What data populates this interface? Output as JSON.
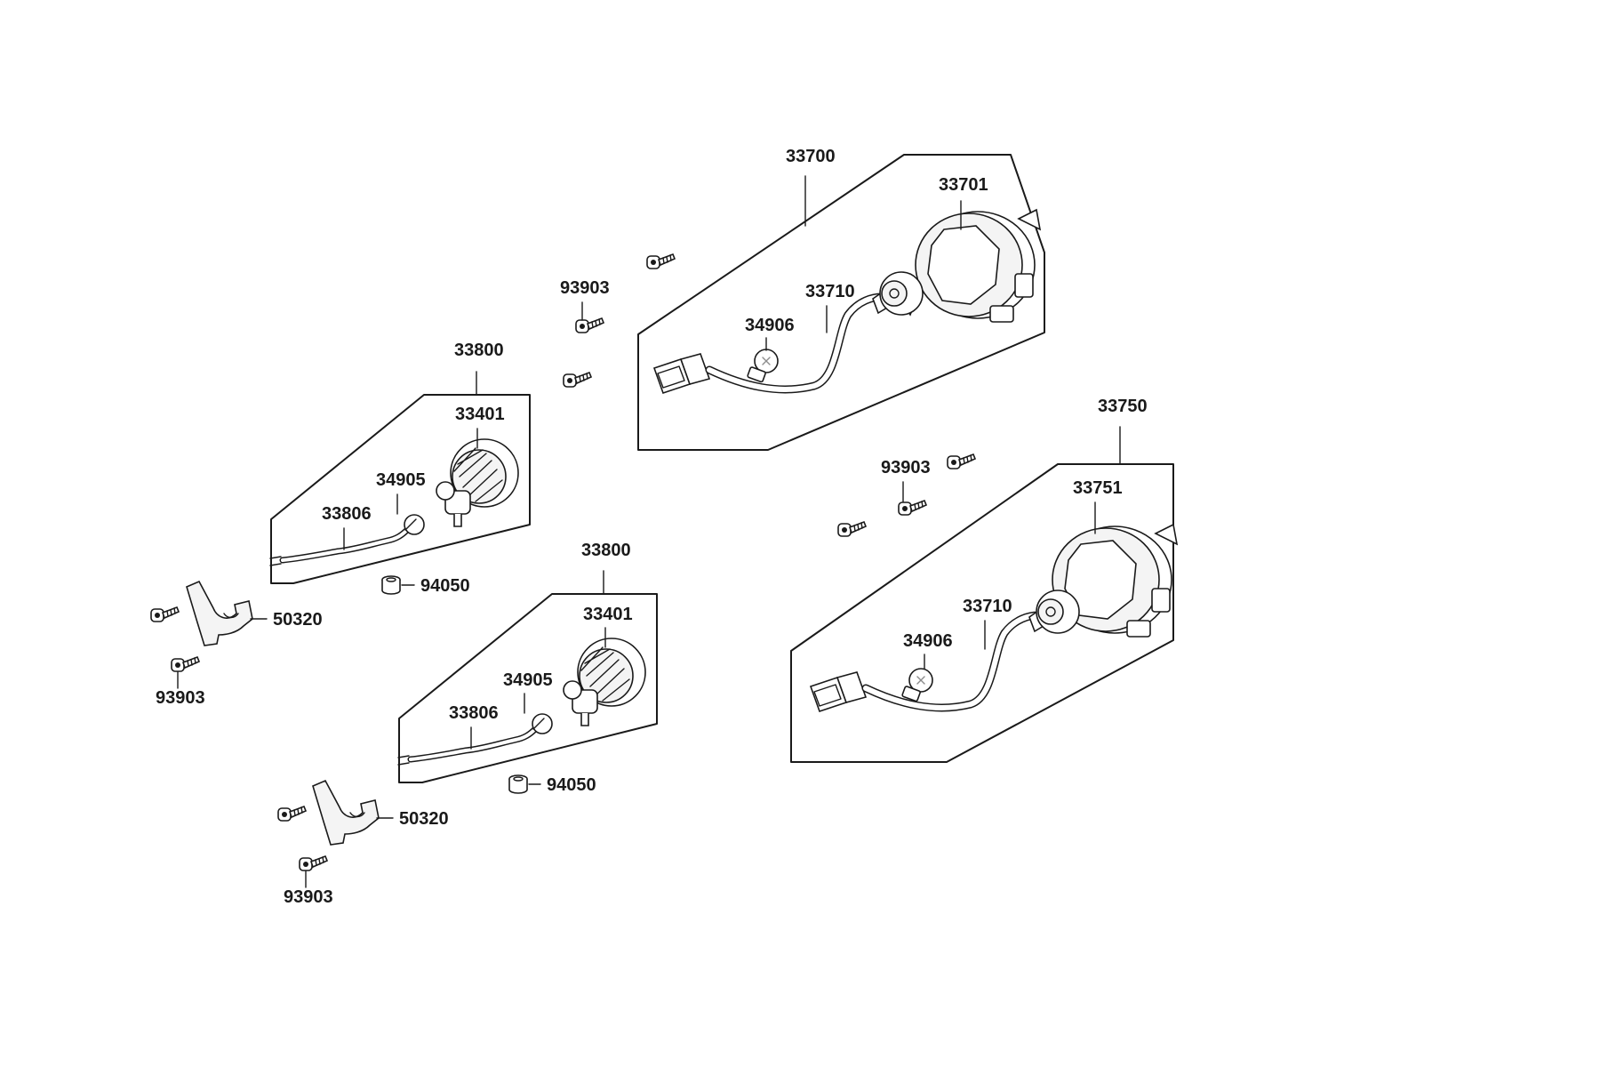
{
  "diagram": {
    "labels": {
      "l_33700": "33700",
      "l_33701": "33701",
      "l_33710_top": "33710",
      "l_34906_top": "34906",
      "l_93903_top": "93903",
      "l_33800_a": "33800",
      "l_33401_a": "33401",
      "l_34905_a": "34905",
      "l_33806_a": "33806",
      "l_94050_a": "94050",
      "l_50320_a": "50320",
      "l_93903_a": "93903",
      "l_33800_b": "33800",
      "l_33401_b": "33401",
      "l_34905_b": "34905",
      "l_33806_b": "33806",
      "l_94050_b": "94050",
      "l_50320_b": "50320",
      "l_93903_b": "93903",
      "l_33750": "33750",
      "l_93903_right": "93903",
      "l_33751": "33751",
      "l_33710_right": "33710",
      "l_34906_right": "34906"
    }
  }
}
